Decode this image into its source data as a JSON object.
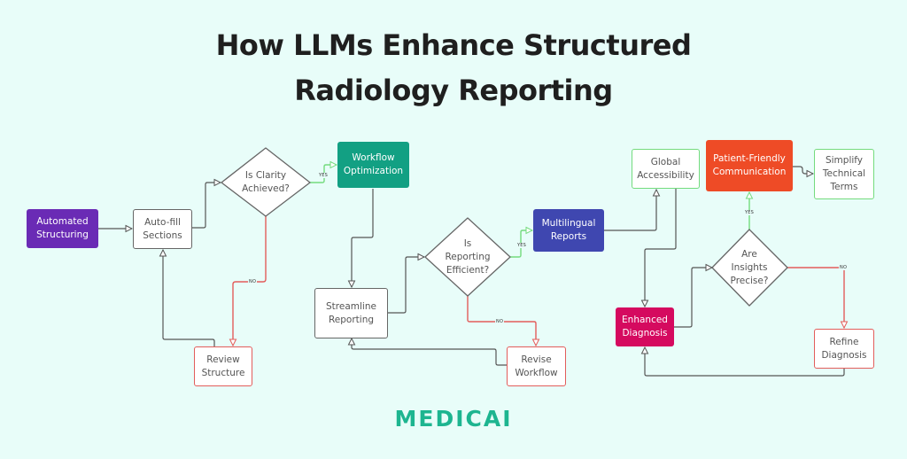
{
  "title": {
    "line1": "How LLMs Enhance Structured",
    "line2": "Radiology Reporting"
  },
  "colors": {
    "background": "#E8FDF9",
    "purple": "#6A2BB5",
    "teal": "#12A083",
    "blue": "#3F47B0",
    "orange_red": "#EE4B26",
    "magenta": "#D50A5F",
    "yes_edge": "#74DB7E",
    "no_edge": "#E25D5B",
    "brand": "#1DB590"
  },
  "nodes": {
    "automated_structuring": "Automated Structuring",
    "auto_fill_sections": "Auto-fill Sections",
    "is_clarity_achieved": "Is Clarity Achieved?",
    "workflow_optimization": "Workflow Optimization",
    "review_structure": "Review Structure",
    "streamline_reporting": "Streamline Reporting",
    "is_reporting_efficient": "Is Reporting Efficient?",
    "multilingual_reports": "Multilingual Reports",
    "revise_workflow": "Revise Workflow",
    "global_accessibility": "Global Accessibility",
    "patient_friendly_communication": "Patient-Friendly Communication",
    "simplify_technical_terms": "Simplify Technical Terms",
    "enhanced_diagnosis": "Enhanced Diagnosis",
    "are_insights_precise": "Are Insights Precise?",
    "refine_diagnosis": "Refine Diagnosis"
  },
  "edge_labels": {
    "yes": "YES",
    "no": "NO"
  },
  "logo": "MEDICAI"
}
